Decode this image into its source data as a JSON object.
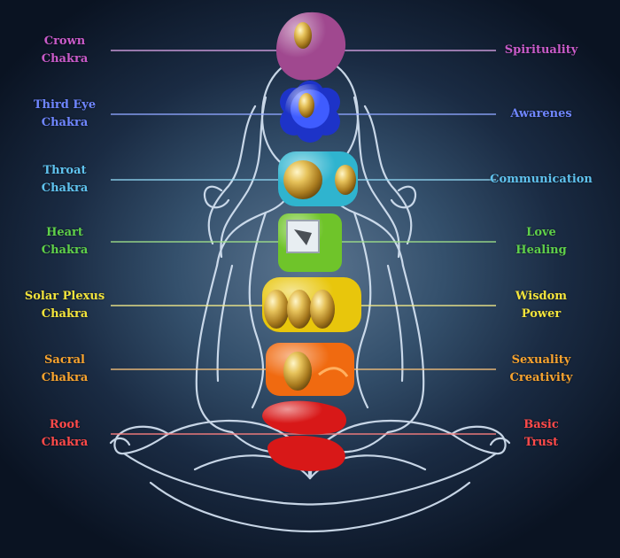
{
  "chakras": [
    {
      "key": "crown",
      "left": [
        "Crown",
        "Chakra"
      ],
      "right": [
        "Spirituality"
      ],
      "color": "#c95bc9",
      "line": "#d9a3e6",
      "gem": "#a0488f",
      "gem2": "#c870b8"
    },
    {
      "key": "third-eye",
      "left": [
        "Third Eye",
        "Chakra"
      ],
      "right": [
        "Awarenes"
      ],
      "color": "#6f86ff",
      "line": "#8fa6ff",
      "gem": "#1d33c8",
      "gem2": "#3f5cff"
    },
    {
      "key": "throat",
      "left": [
        "Throat",
        "Chakra"
      ],
      "right": [
        "Communication"
      ],
      "color": "#5fc2ee",
      "line": "#8fd6f2",
      "gem": "#2fb4cf",
      "gem2": "#5fd9ec"
    },
    {
      "key": "heart",
      "left": [
        "Heart",
        "Chakra"
      ],
      "right": [
        "Love",
        "Healing"
      ],
      "color": "#5fd04a",
      "line": "#9fe08a",
      "gem": "#6fc42a",
      "gem2": "#9be24e"
    },
    {
      "key": "solar-plexus",
      "left": [
        "Solar Plexus",
        "Chakra"
      ],
      "right": [
        "Wisdom",
        "Power"
      ],
      "color": "#f3e43c",
      "line": "#f5ec8a",
      "gem": "#e8c60c",
      "gem2": "#f7e34a"
    },
    {
      "key": "sacral",
      "left": [
        "Sacral",
        "Chakra"
      ],
      "right": [
        "Sexuality",
        "Creativity"
      ],
      "color": "#f7a32f",
      "line": "#f8c27a",
      "gem": "#f06a10",
      "gem2": "#ff9a30"
    },
    {
      "key": "root",
      "left": [
        "Root",
        "Chakra"
      ],
      "right": [
        "Basic",
        "Trust"
      ],
      "color": "#ff4a4a",
      "line": "#ff8080",
      "gem": "#d81818",
      "gem2": "#ff4040"
    }
  ]
}
